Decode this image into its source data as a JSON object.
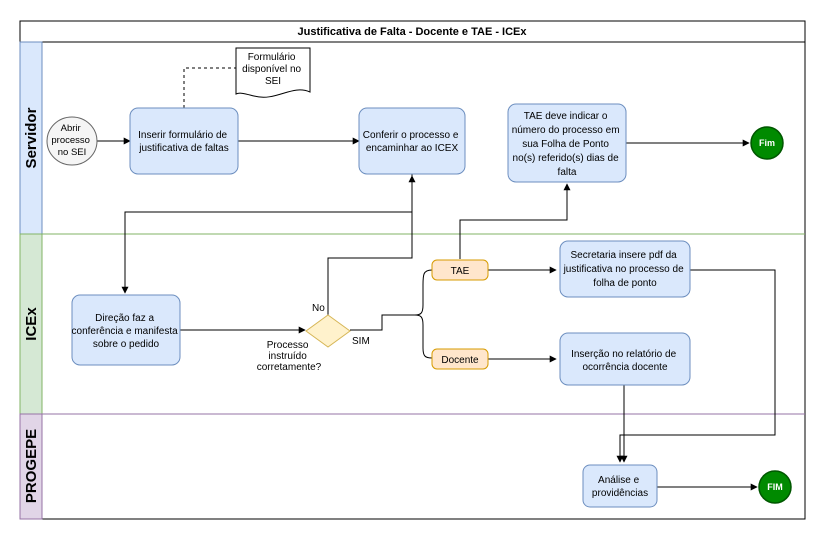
{
  "title": "Justificativa de Falta - Docente e TAE - ICEx",
  "lanes": [
    {
      "label": "Servidor"
    },
    {
      "label": "ICEx"
    },
    {
      "label": "PROGEPE"
    }
  ],
  "nodes": {
    "start": {
      "lines": [
        "Abrir",
        "processo",
        "no SEI"
      ]
    },
    "insert_form": {
      "lines": [
        "Inserir formulário de",
        "justificativa de faltas"
      ]
    },
    "document": {
      "lines": [
        "Formulário",
        "disponível no",
        "SEI"
      ]
    },
    "check_process": {
      "lines": [
        "Conferir o processo e",
        "encaminhar ao ICEX"
      ]
    },
    "tae_indicate": {
      "lines": [
        "TAE deve indicar o",
        "número do processo em",
        "sua Folha de Ponto",
        "no(s) referido(s) dias de",
        "falta"
      ]
    },
    "end_servidor": {
      "lines": [
        "Fim"
      ]
    },
    "direction": {
      "lines": [
        "Direção faz a",
        "conferência e manifesta",
        "sobre o pedido"
      ]
    },
    "decision": {
      "lines": [
        "Processo",
        "instruído",
        "corretamente?"
      ]
    },
    "tae_tag": {
      "lines": [
        "TAE"
      ]
    },
    "docente_tag": {
      "lines": [
        "Docente"
      ]
    },
    "secretaria": {
      "lines": [
        "Secretaria insere pdf da",
        "justificativa no processo de",
        "folha de ponto"
      ]
    },
    "insercao": {
      "lines": [
        "Inserção no relatório de",
        "ocorrência docente"
      ]
    },
    "analise": {
      "lines": [
        "Análise e",
        "providências"
      ]
    },
    "end_progepe": {
      "lines": [
        "FIM"
      ]
    }
  },
  "edge_labels": {
    "no": "No",
    "yes": "SIM"
  },
  "colors": {
    "task_fill": "#dae8fc",
    "task_stroke": "#6c8ebf",
    "lane_servidor": "#dae8fc",
    "lane_icex": "#d5e8d4",
    "lane_progepe": "#e1d5e7",
    "decision_fill": "#fff2cc",
    "decision_stroke": "#d6b656",
    "tag_fill": "#ffe6cc",
    "tag_stroke": "#d79b00",
    "end_fill": "#008a00",
    "start_fill": "#f5f5f5"
  }
}
